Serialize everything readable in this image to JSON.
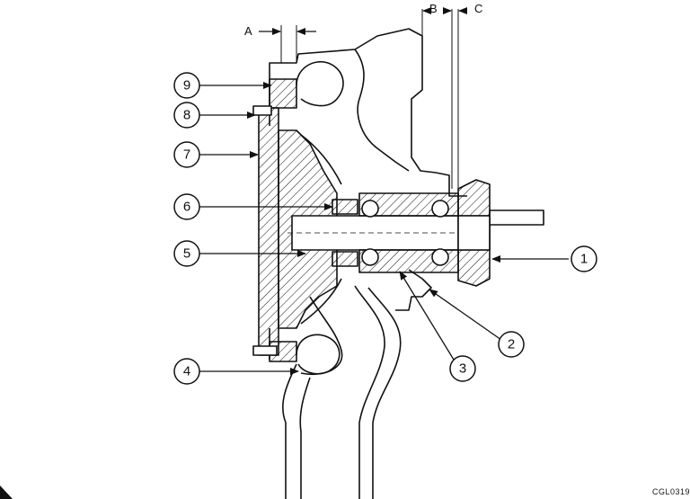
{
  "diagram": {
    "callouts": [
      {
        "id": "c1",
        "label": "1"
      },
      {
        "id": "c2",
        "label": "2"
      },
      {
        "id": "c3",
        "label": "3"
      },
      {
        "id": "c4",
        "label": "4"
      },
      {
        "id": "c5",
        "label": "5"
      },
      {
        "id": "c6",
        "label": "6"
      },
      {
        "id": "c7",
        "label": "7"
      },
      {
        "id": "c8",
        "label": "8"
      },
      {
        "id": "c9",
        "label": "9"
      }
    ],
    "dimensions": [
      {
        "id": "dimA",
        "label": "A"
      },
      {
        "id": "dimB",
        "label": "B"
      },
      {
        "id": "dimC",
        "label": "C"
      }
    ],
    "figure_code": "CGL0319",
    "colors": {
      "ink": "#111111",
      "background": "#ffffff"
    }
  }
}
